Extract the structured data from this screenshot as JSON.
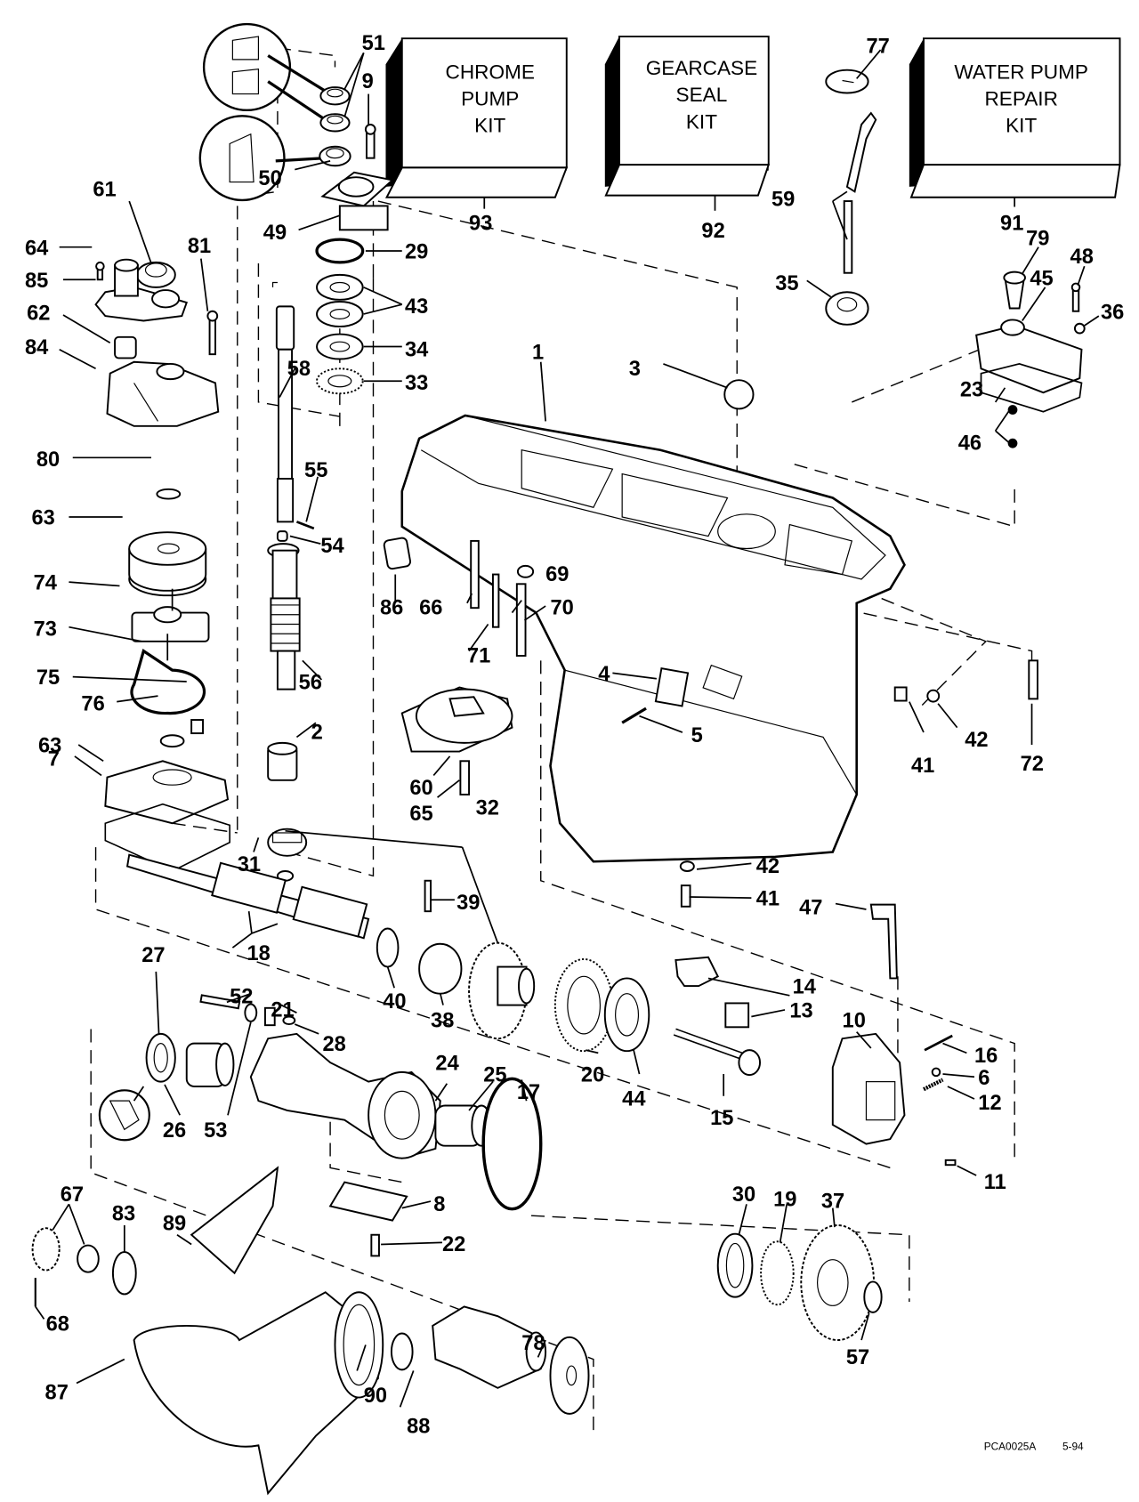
{
  "diagram": {
    "title": "Gearcase exploded parts diagram",
    "kits": [
      {
        "id": "93",
        "lines": [
          "CHROME",
          "PUMP",
          "KIT"
        ]
      },
      {
        "id": "92",
        "lines": [
          "GEARCASE",
          "SEAL",
          "KIT"
        ]
      },
      {
        "id": "91",
        "lines": [
          "WATER PUMP",
          "REPAIR",
          "KIT"
        ]
      }
    ],
    "callouts": [
      "51",
      "9",
      "77",
      "61",
      "64",
      "85",
      "81",
      "62",
      "84",
      "50",
      "49",
      "29",
      "43",
      "34",
      "33",
      "58",
      "80",
      "55",
      "54",
      "63",
      "74",
      "73",
      "75",
      "76",
      "63b",
      "7",
      "56",
      "2",
      "1",
      "3",
      "35",
      "59",
      "79",
      "48",
      "45",
      "36",
      "23",
      "46",
      "86",
      "66",
      "69",
      "70",
      "71",
      "4",
      "5",
      "60",
      "65",
      "41",
      "42",
      "72",
      "32",
      "31",
      "42b",
      "41b",
      "47",
      "39",
      "18",
      "40",
      "38",
      "27",
      "52",
      "21",
      "28",
      "14",
      "13",
      "20",
      "44",
      "15",
      "10",
      "16",
      "6",
      "12",
      "11",
      "24",
      "25",
      "17",
      "26",
      "53",
      "8",
      "22",
      "30",
      "19",
      "37",
      "57",
      "67",
      "83",
      "89",
      "68",
      "87",
      "90",
      "88",
      "78",
      "93",
      "92",
      "91"
    ],
    "labels": {
      "l51": "51",
      "l9": "9",
      "l77": "77",
      "l61": "61",
      "l64": "64",
      "l85": "85",
      "l81": "81",
      "l62": "62",
      "l84": "84",
      "l50": "50",
      "l49": "49",
      "l29": "29",
      "l43": "43",
      "l34": "34",
      "l33": "33",
      "l58": "58",
      "l80": "80",
      "l55": "55",
      "l54": "54",
      "l63a": "63",
      "l74": "74",
      "l73": "73",
      "l75": "75",
      "l76": "76",
      "l63b": "63",
      "l7": "7",
      "l56": "56",
      "l2": "2",
      "l1": "1",
      "l3": "3",
      "l35": "35",
      "l59": "59",
      "l79": "79",
      "l48": "48",
      "l45": "45",
      "l36": "36",
      "l23": "23",
      "l46": "46",
      "l86": "86",
      "l66": "66",
      "l69": "69",
      "l70": "70",
      "l71": "71",
      "l4": "4",
      "l5": "5",
      "l60": "60",
      "l65": "65",
      "l41a": "41",
      "l42a": "42",
      "l72": "72",
      "l32": "32",
      "l31": "31",
      "l42b": "42",
      "l41b": "41",
      "l47": "47",
      "l39": "39",
      "l18": "18",
      "l40": "40",
      "l38": "38",
      "l27": "27",
      "l52": "52",
      "l21": "21",
      "l28": "28",
      "l14": "14",
      "l13": "13",
      "l20": "20",
      "l44": "44",
      "l15": "15",
      "l10": "10",
      "l16": "16",
      "l6": "6",
      "l12": "12",
      "l11": "11",
      "l24": "24",
      "l25": "25",
      "l17": "17",
      "l26": "26",
      "l53": "53",
      "l8": "8",
      "l22": "22",
      "l30": "30",
      "l19": "19",
      "l37": "37",
      "l57": "57",
      "l67": "67",
      "l83": "83",
      "l89": "89",
      "l68": "68",
      "l87": "87",
      "l90": "90",
      "l88": "88",
      "l78": "78",
      "l93": "93",
      "l92": "92",
      "l91": "91"
    },
    "footer": {
      "code": "PCA0025A",
      "date": "5-94"
    }
  }
}
